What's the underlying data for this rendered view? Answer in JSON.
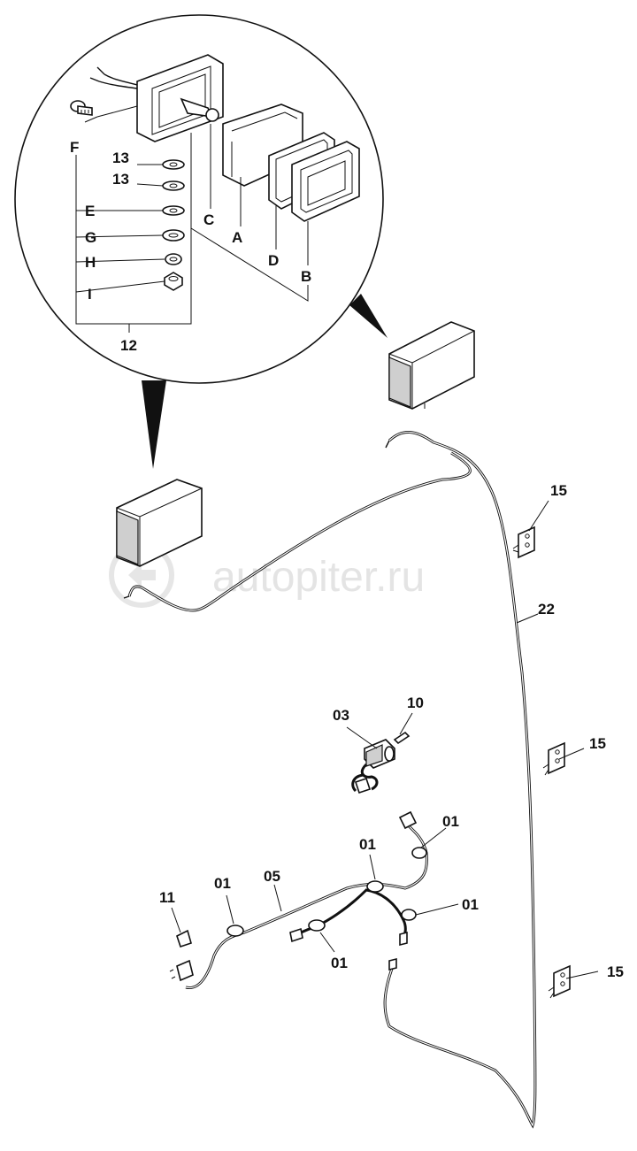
{
  "watermark": {
    "text": "autopiter.ru"
  },
  "callouts": {
    "detail": {
      "F": "F",
      "13a": "13",
      "13b": "13",
      "E": "E",
      "G": "G",
      "H": "H",
      "I": "I",
      "C": "C",
      "A": "A",
      "D": "D",
      "B": "B",
      "12": "12"
    },
    "main": {
      "15a": "15",
      "15b": "15",
      "15c": "15",
      "22": "22",
      "03": "03",
      "10": "10",
      "01a": "01",
      "01b": "01",
      "01c": "01",
      "01d": "01",
      "01e": "01",
      "05": "05",
      "11": "11"
    }
  }
}
